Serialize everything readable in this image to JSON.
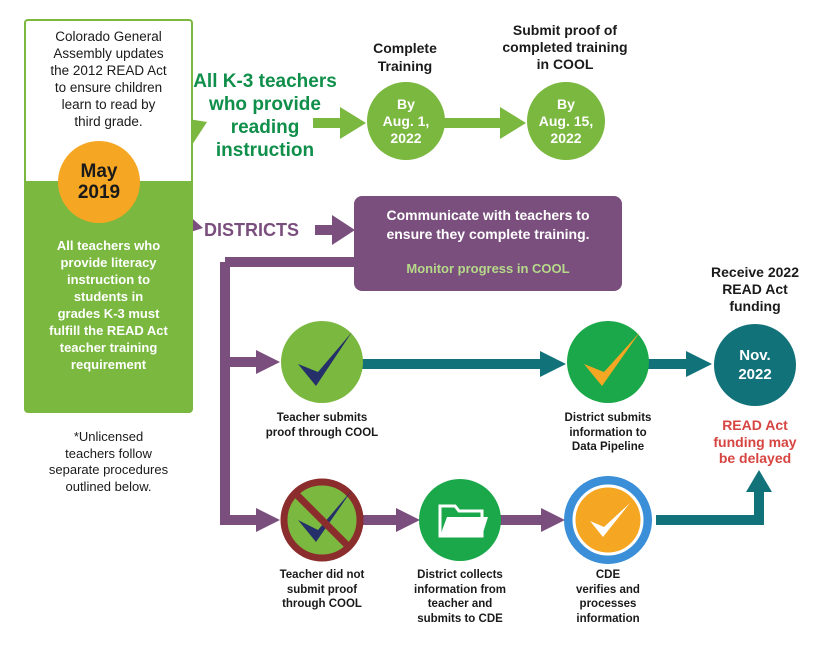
{
  "start": {
    "intro_text": "Colorado General\nAssembly updates\nthe 2012 READ Act\nto ensure children\nlearn to read by\nthird grade.",
    "date_month": "May",
    "date_year": "2019",
    "requirement_text": "All teachers who\nprovide literacy\ninstruction to\nstudents in\ngrades K-3 must\nfulfill the READ Act\nteacher training\nrequirement",
    "footnote": "*Unlicensed\nteachers follow\nseparate procedures\noutlined below."
  },
  "teachers_track": {
    "label": "All K-3 teachers\nwho provide\nreading\ninstruction",
    "step1_heading": "Complete\nTraining",
    "step1_date": "By\nAug. 1,\n2022",
    "step2_heading": "Submit proof of\ncompleted training\nin COOL",
    "step2_date": "By\nAug. 15,\n2022"
  },
  "districts_track": {
    "label": "DISTRICTS",
    "communicate_text": "Communicate with teachers to\nensure they complete training.",
    "monitor_text": "Monitor progress in COOL"
  },
  "paths": {
    "teacher_submits": "Teacher submits\nproof through COOL",
    "district_submits": "District submits\ninformation to\nData Pipeline",
    "funding_heading": "Receive 2022\nREAD Act\nfunding",
    "funding_date": "Nov.\n2022",
    "funding_delay": "READ Act\nfunding may\nbe delayed",
    "teacher_not_submit": "Teacher did not\nsubmit proof\nthrough COOL",
    "district_collects": "District collects\ninformation from\nteacher and\nsubmits to CDE",
    "cde_verifies": "CDE\nverifies and\nprocesses\ninformation"
  },
  "colors": {
    "green": "#7ab83f",
    "dark_green": "#0f8f4a",
    "bright_green": "#1aa84a",
    "purple": "#7a4f7d",
    "orange": "#f5a623",
    "teal": "#11727a",
    "navy": "#25306b",
    "maroon": "#8c2d2d",
    "blue": "#3a8fd8",
    "red": "#d64541",
    "light_green_text": "#b6d98a"
  }
}
